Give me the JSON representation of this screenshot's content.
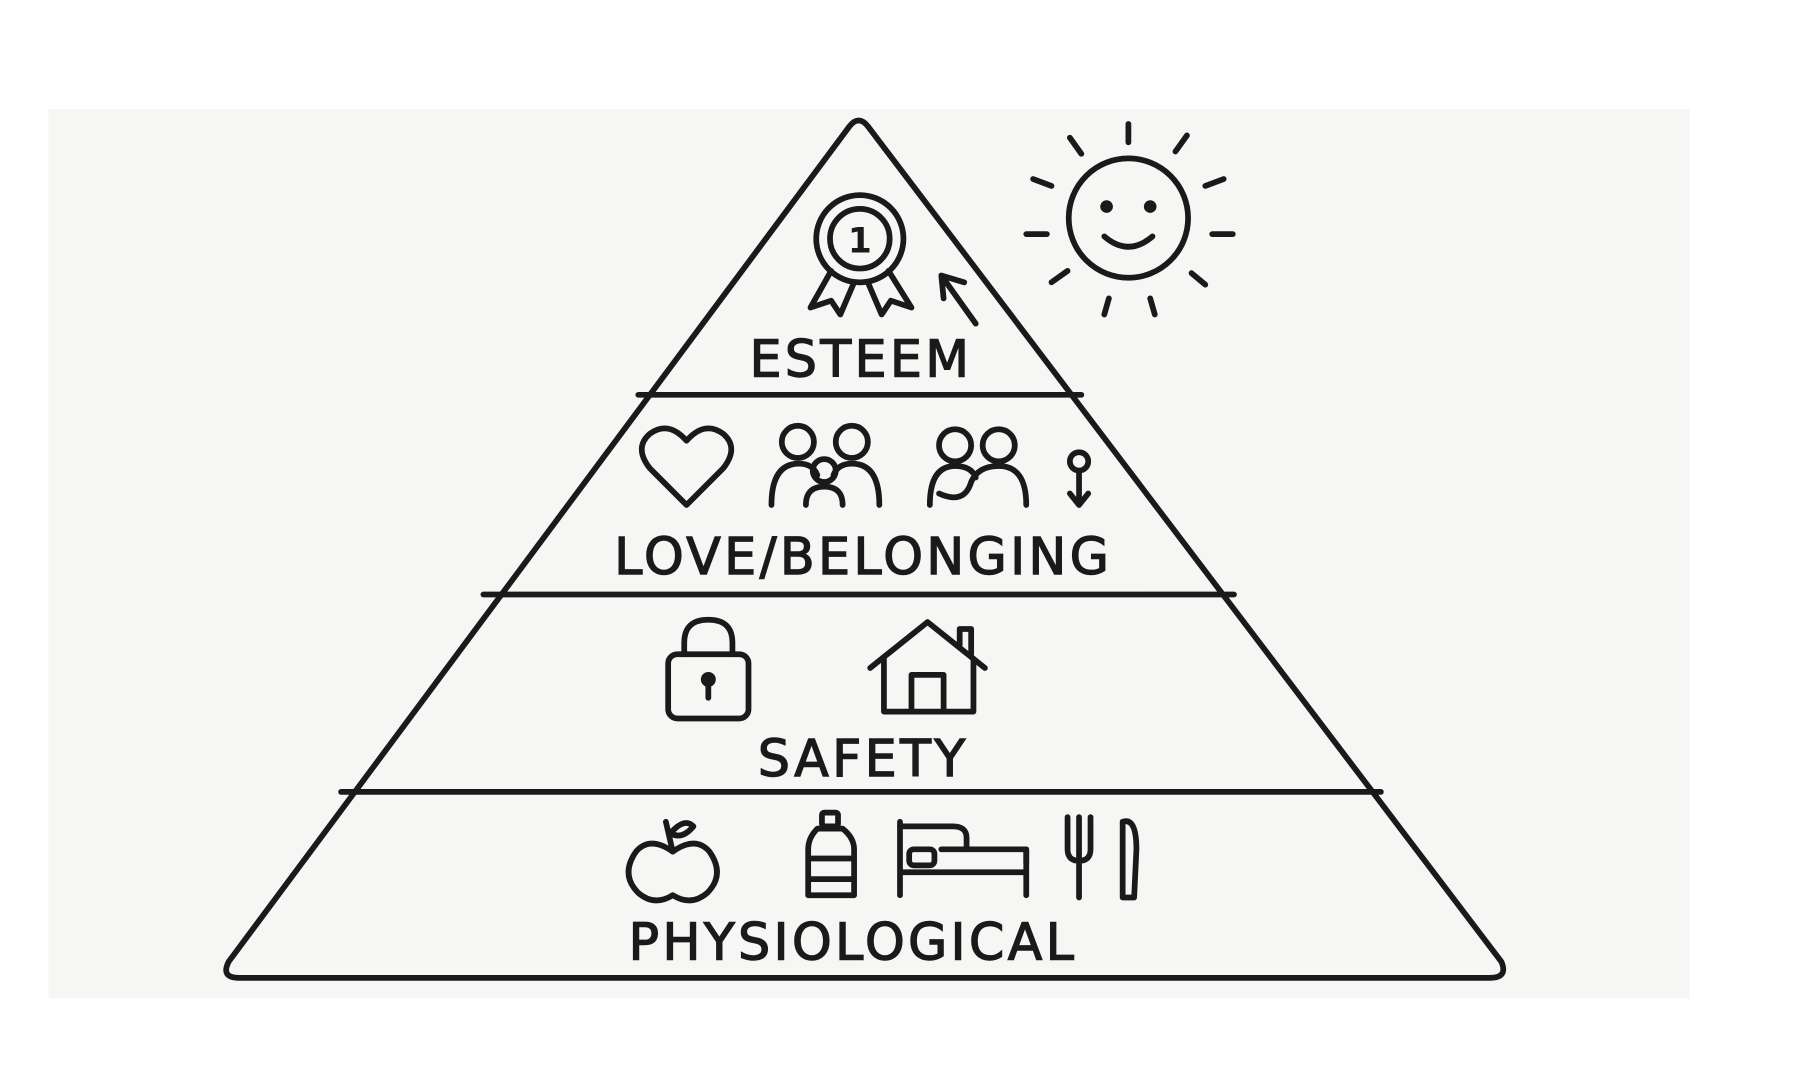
{
  "diagram": {
    "type": "hierarchy-pyramid",
    "levels": [
      {
        "label": "ESTEEM",
        "icons": [
          "medal-icon",
          "arrow-up-icon"
        ]
      },
      {
        "label": "LOVE/BELONGING",
        "icons": [
          "heart-icon",
          "family-icon",
          "hug-icon",
          "person-icon"
        ]
      },
      {
        "label": "SAFETY",
        "icons": [
          "padlock-icon",
          "house-icon"
        ]
      },
      {
        "label": "PHYSIOLOGICAL",
        "icons": [
          "apple-icon",
          "water-bottle-icon",
          "bed-icon",
          "fork-knife-icon"
        ]
      }
    ],
    "medal_number": "1",
    "decoration": "sun-icon"
  }
}
